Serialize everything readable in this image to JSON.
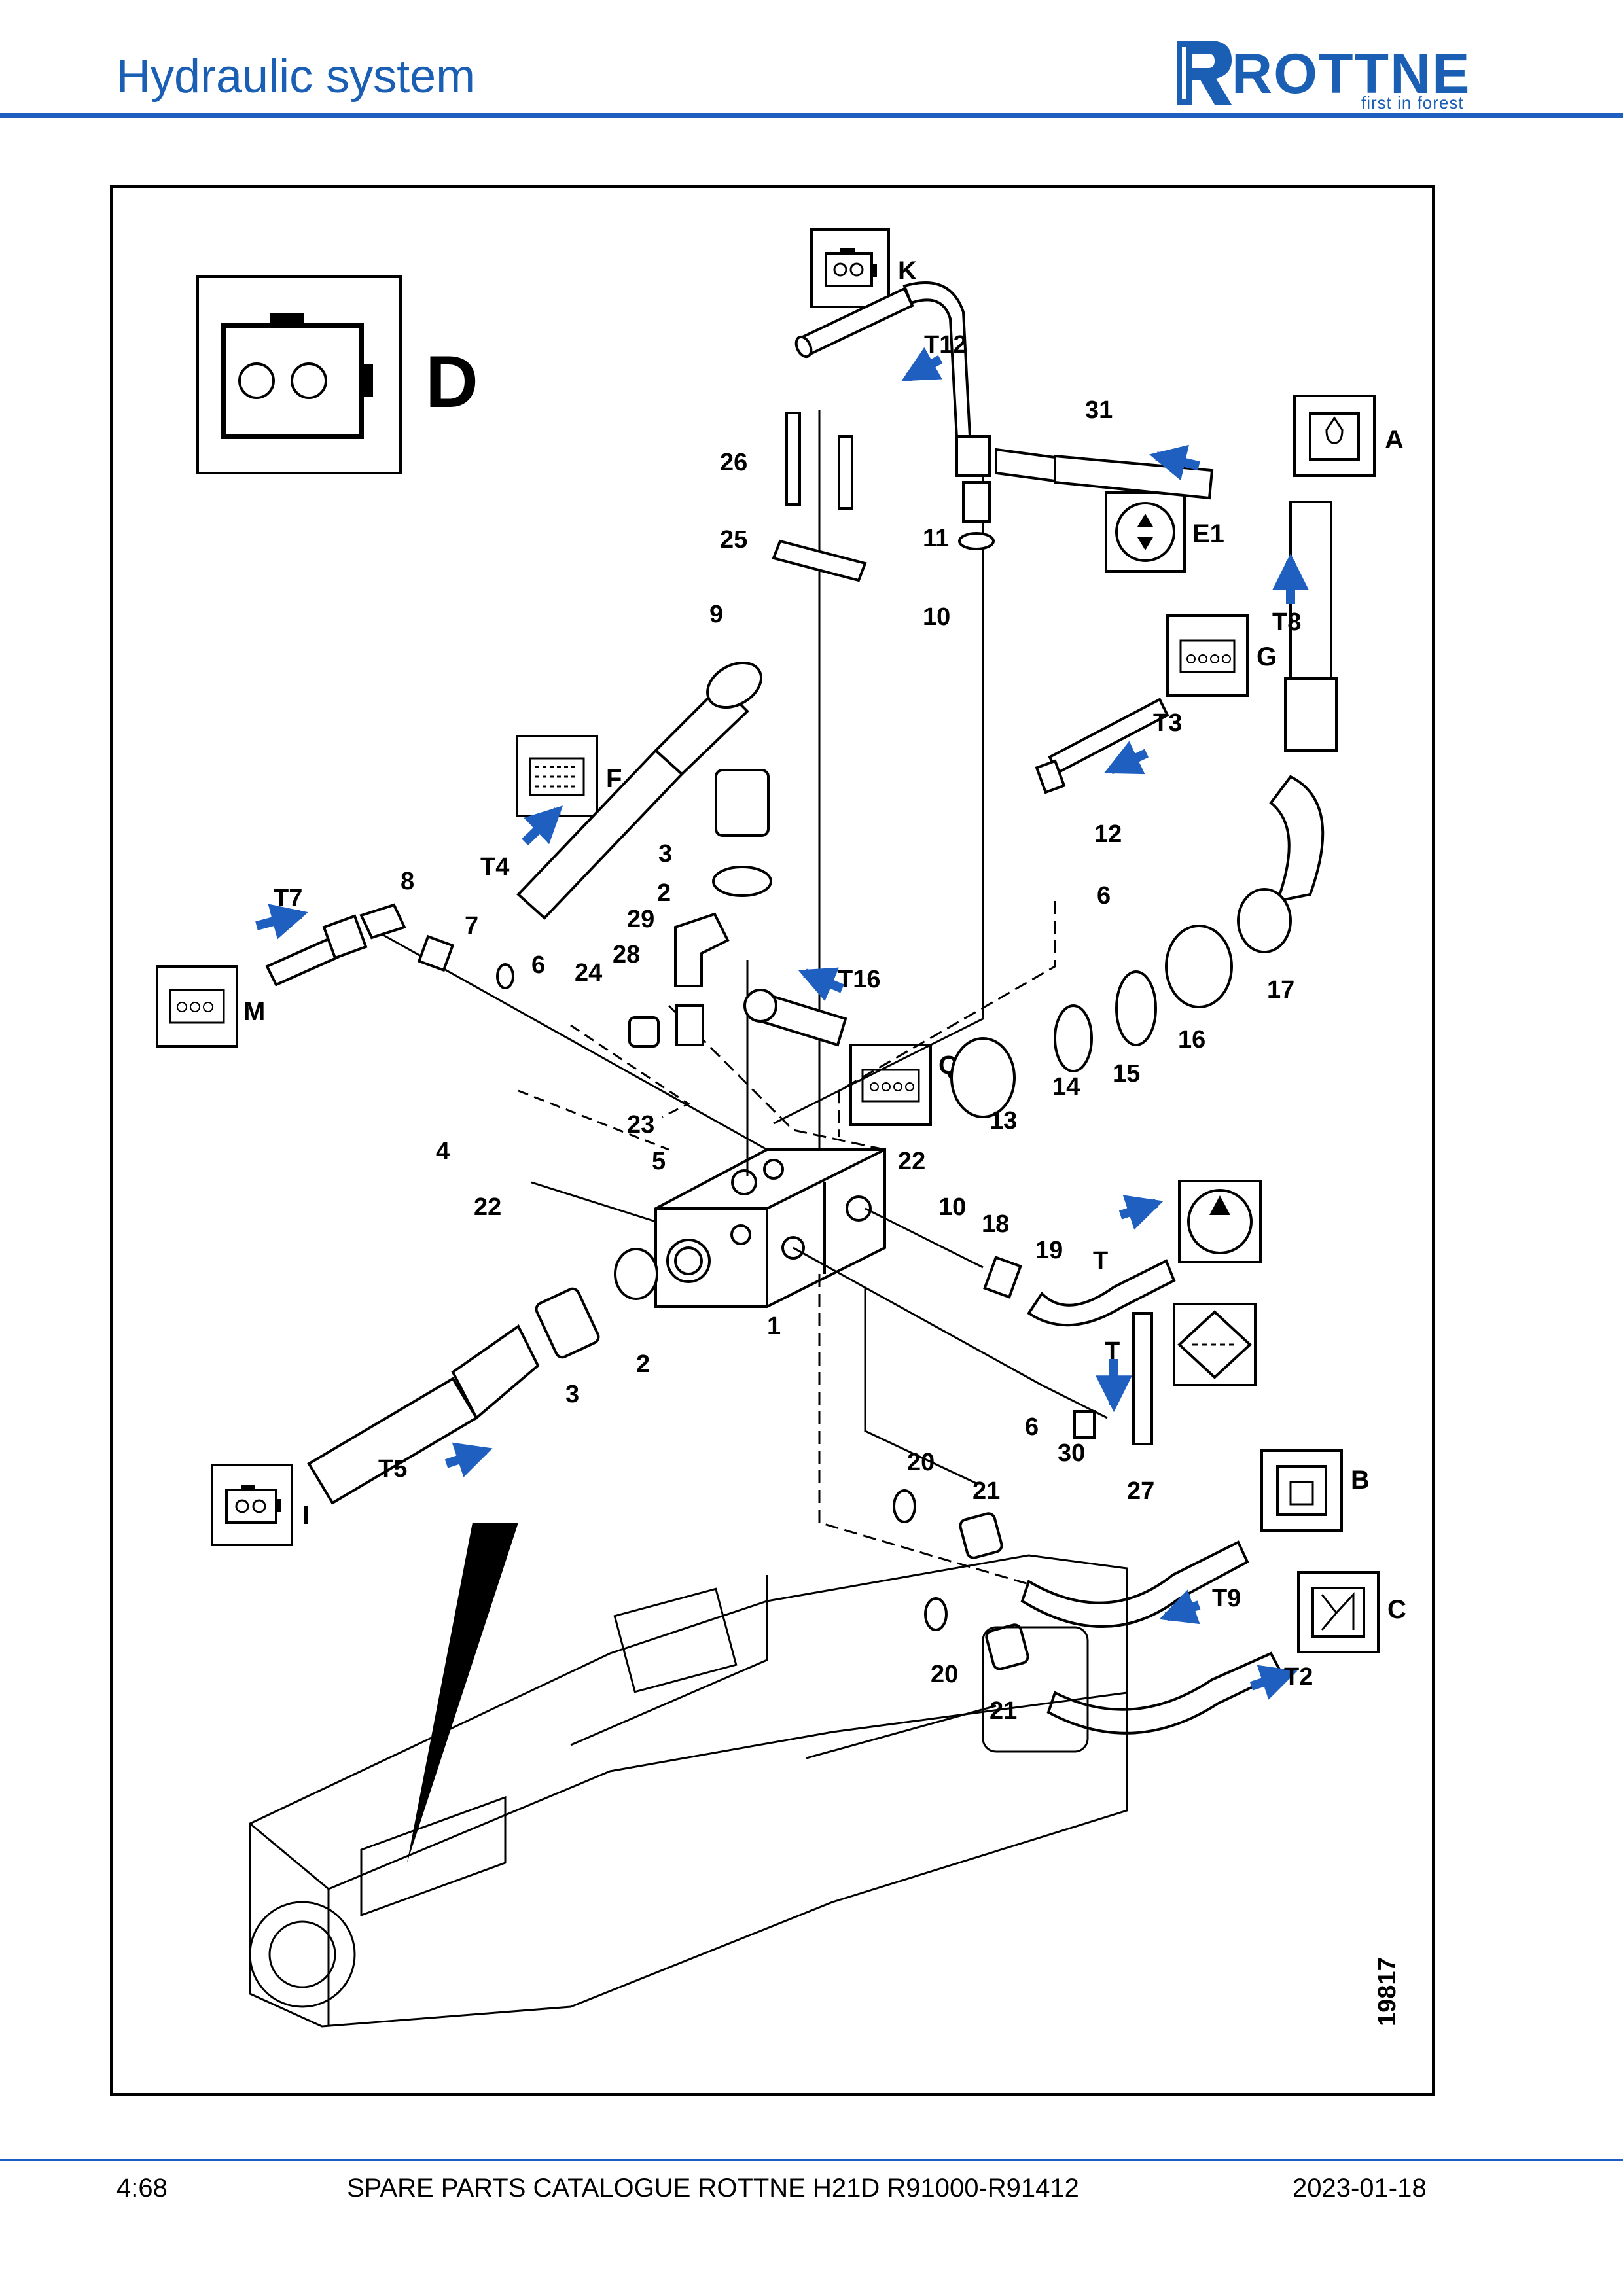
{
  "header": {
    "title": "Hydraulic system",
    "logo_text": "ROTTNE",
    "logo_tagline": "first in forest"
  },
  "footer": {
    "page_number": "4:68",
    "catalogue": "SPARE PARTS CATALOGUE ROTTNE H21D R91000-R91412",
    "date": "2023-01-18"
  },
  "diagram": {
    "detail_letter": "D",
    "drawing_number": "19817",
    "part_callouts": [
      "1",
      "2",
      "2",
      "3",
      "3",
      "4",
      "5",
      "6",
      "6",
      "6",
      "7",
      "8",
      "9",
      "10",
      "10",
      "11",
      "12",
      "13",
      "14",
      "15",
      "16",
      "17",
      "18",
      "19",
      "20",
      "20",
      "21",
      "21",
      "22",
      "22",
      "23",
      "24",
      "25",
      "26",
      "27",
      "28",
      "29",
      "30",
      "31"
    ],
    "port_labels": [
      "T12",
      "T8",
      "T3",
      "T4",
      "T7",
      "T16",
      "T",
      "T",
      "T5",
      "T9",
      "T2"
    ],
    "connector_labels": [
      "K",
      "A",
      "E1",
      "G",
      "F",
      "M",
      "Q",
      "I",
      "B",
      "C"
    ]
  },
  "colors": {
    "brand_blue": "#1a5fb4",
    "arrow_blue": "#1f5fbf"
  }
}
